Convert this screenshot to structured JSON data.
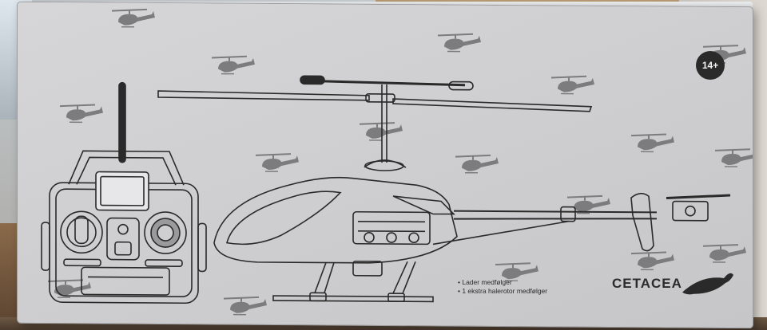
{
  "box": {
    "age_rating": "14+",
    "bullets": [
      "Lader medfølger",
      "1 ekstra halerotor medfølger"
    ],
    "brand": "CETACEA"
  },
  "icons": {
    "pattern": "helicopter-silhouette-icon",
    "logo": "whale-logo-icon",
    "badge": "age-rating-badge"
  },
  "colors": {
    "box": "#d2d2d4",
    "line_art": "#2a2a2a",
    "silhouette": "#7c7c7e"
  }
}
